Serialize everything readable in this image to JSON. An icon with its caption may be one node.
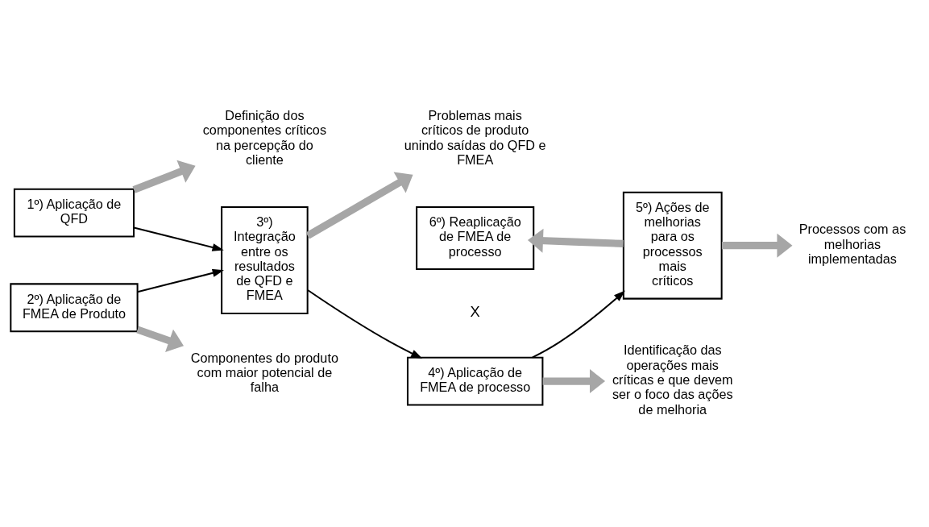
{
  "diagram": {
    "nodes": [
      {
        "text": [
          "1º) Aplicação de QFD"
        ]
      },
      {
        "text": [
          "2º) Aplicação de FMEA de Produto"
        ]
      },
      {
        "text": [
          "3º) Integração entre os resultados de QFD e FMEA"
        ]
      },
      {
        "text": [
          "4º) Aplicação de FMEA de processo"
        ]
      },
      {
        "text": [
          "5º) Ações de melhorias para os processos mais críticos"
        ]
      },
      {
        "text": [
          "6º) Reaplicação de FMEA de processo"
        ]
      },
      {
        "text": [
          "Definição dos componentes críticos na percepção do cliente"
        ]
      },
      {
        "text": [
          "Componentes do produto com maior potencial de falha"
        ]
      },
      {
        "text": [
          "Problemas mais críticos de produto unindo saídas do QFD e FMEA"
        ]
      },
      {
        "text": [
          "Identificação das operações mais críticas e que devem ser o foco das ações de melhoria"
        ]
      },
      {
        "text": [
          "Processos com as melhorias implementadas"
        ]
      }
    ],
    "edges": [
      {
        "from": 0,
        "to": 2,
        "arrow": "to",
        "color": "#000000"
      },
      {
        "from": 1,
        "to": 2,
        "arrow": "to",
        "color": "#000000"
      },
      {
        "from": 2,
        "to": 3,
        "arrow": "to",
        "color": "#000000"
      },
      {
        "from": 3,
        "to": 4,
        "arrow": "to",
        "color": "#000000"
      },
      {
        "from": 0,
        "to": 6,
        "arrow": "to"
      },
      {
        "from": 1,
        "to": 7,
        "arrow": "to"
      },
      {
        "from": 2,
        "to": 8,
        "arrow": "to"
      },
      {
        "from": 3,
        "to": 9,
        "arrow": "to"
      },
      {
        "from": 4,
        "to": 10,
        "arrow": "to"
      },
      {
        "from": 4,
        "to": 5,
        "arrow": "to"
      }
    ],
    "labels": [
      "X"
    ]
  }
}
